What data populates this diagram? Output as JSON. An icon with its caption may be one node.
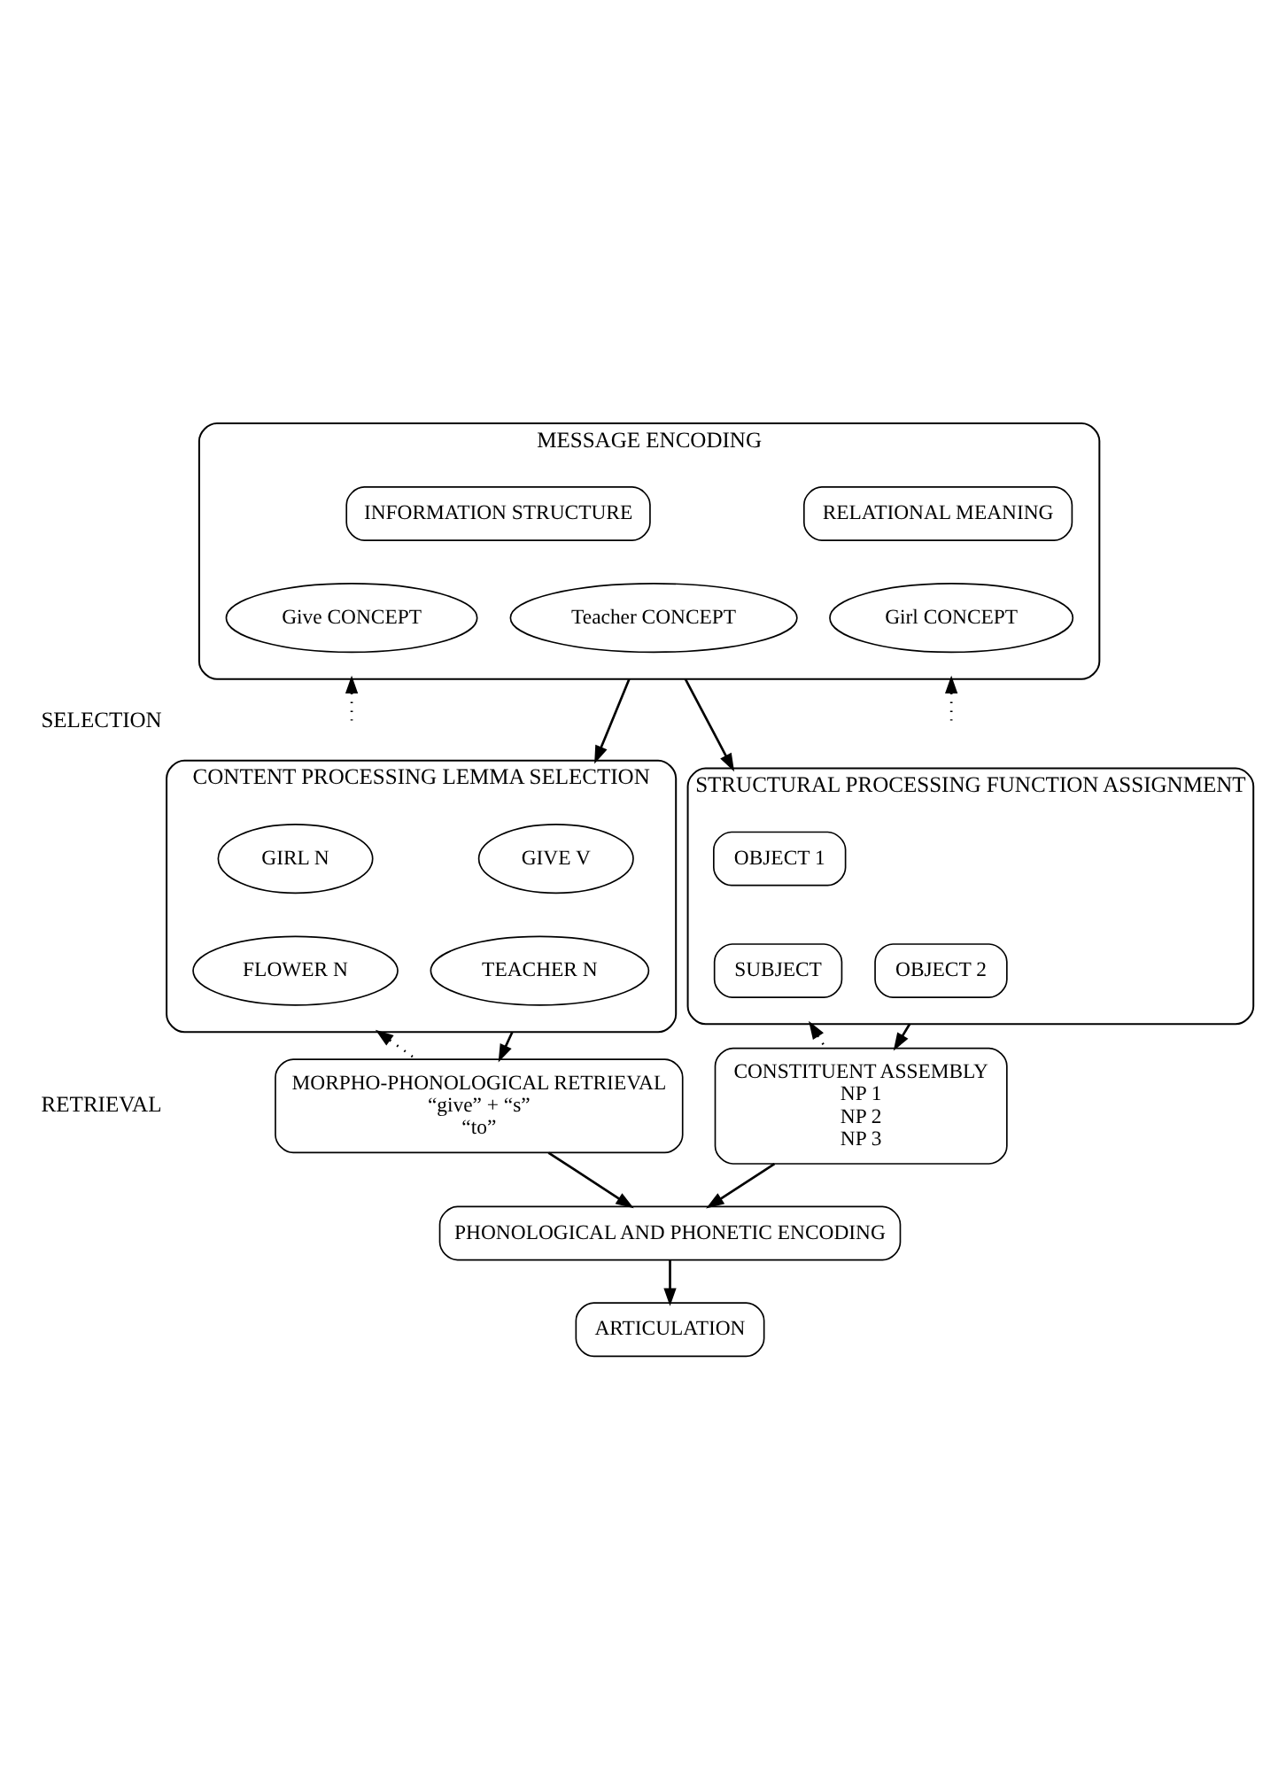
{
  "diagram": {
    "nodes": [
      {
        "text": [
          "MESSAGE ENCODING"
        ]
      },
      {
        "text": [
          "INFORMATION STRUCTURE"
        ],
        "in": 0
      },
      {
        "text": [
          "RELATIONAL MEANING"
        ],
        "in": 0
      },
      {
        "text": [
          "Give CONCEPT"
        ],
        "in": 0
      },
      {
        "text": [
          "Teacher CONCEPT"
        ],
        "in": 0
      },
      {
        "text": [
          "Girl CONCEPT"
        ],
        "in": 0
      },
      {
        "text": [
          "CONTENT PROCESSING LEMMA SELECTION"
        ]
      },
      {
        "text": [
          "GIVE V"
        ],
        "in": 6
      },
      {
        "text": [
          "GIRL N"
        ],
        "in": 6
      },
      {
        "text": [
          "TEACHER N"
        ],
        "in": 6
      },
      {
        "text": [
          "FLOWER N"
        ],
        "in": 6
      },
      {
        "text": [
          "STRUCTURAL PROCESSING FUNCTION ASSIGNMENT"
        ]
      },
      {
        "text": [
          "SUBJECT"
        ],
        "in": 11
      },
      {
        "text": [
          "OBJECT 1"
        ],
        "in": 11
      },
      {
        "text": [
          "OBJECT 2"
        ],
        "in": 11
      },
      {
        "text": [
          "MORPHO-PHONOLOGICAL RETRIEVAL",
          "“give” + “s”",
          "“to”"
        ]
      },
      {
        "text": [
          "CONSTITUENT ASSEMBLY",
          "NP 1",
          "NP 2",
          "NP 3"
        ]
      },
      {
        "text": [
          "PHONOLOGICAL AND PHONETIC ENCODING"
        ]
      },
      {
        "text": [
          "ARTICULATION"
        ]
      }
    ],
    "edges": [
      {
        "from": null,
        "to": 0,
        "arrow": "to",
        "style": "dashed"
      },
      {
        "from": 0,
        "to": 6,
        "arrow": "to"
      },
      {
        "from": 0,
        "to": 11,
        "arrow": "to"
      },
      {
        "from": null,
        "to": 0,
        "arrow": "to",
        "style": "dashed"
      },
      {
        "from": 6,
        "to": 15,
        "arrow": "to"
      },
      {
        "from": 15,
        "to": 6,
        "arrow": "to",
        "style": "dashed"
      },
      {
        "from": 16,
        "to": 11,
        "arrow": "to",
        "style": "dashed"
      },
      {
        "from": 11,
        "to": 16,
        "arrow": "to"
      },
      {
        "from": 15,
        "to": 17,
        "arrow": "to"
      },
      {
        "from": 16,
        "to": 17,
        "arrow": "to"
      },
      {
        "from": 17,
        "to": 18,
        "arrow": "to"
      }
    ],
    "labels": [
      "SELECTION",
      "RETRIEVAL"
    ]
  }
}
